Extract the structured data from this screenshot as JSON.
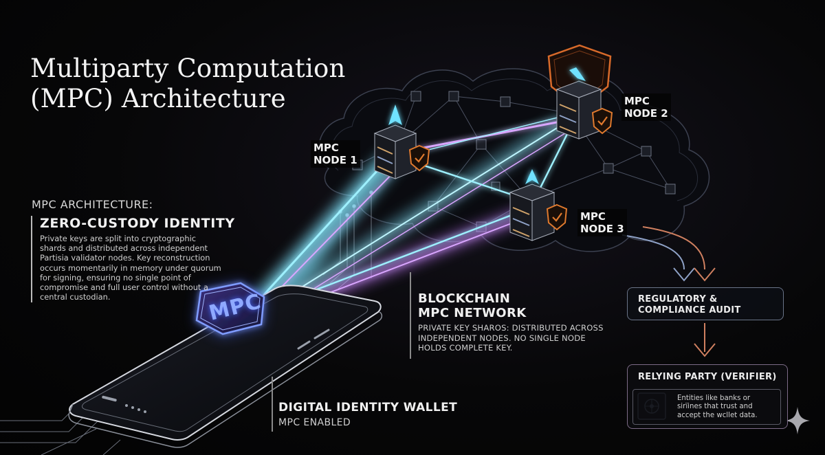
{
  "title": {
    "line1": "Multiparty Computation",
    "line2": "(MPC) Architecture"
  },
  "zero_custody": {
    "section_label": "MPC ARCHITECTURE:",
    "heading": "ZERO-CUSTODY IDENTITY",
    "body": "Private keys are split into cryptographic shards and distributed across independent Partisia validator nodes. Key reconstruction occurs momentarily in memory under quorum for signing, ensuring no single point of compromise and full user control without a central custodian."
  },
  "nodes": {
    "node1": {
      "line1": "MPC",
      "line2": "NODE 1"
    },
    "node2": {
      "line1": "MPC",
      "line2": "NODE 2"
    },
    "node3": {
      "line1": "MPC",
      "line2": "NODE 3"
    }
  },
  "blockchain": {
    "line1": "BLOCKCHAIN",
    "line2": "MPC NETWORK",
    "body": "PRIVATE KEY SHAROS: DISTRIBUTED ACROSS INDEPENDENT NODES. NO SINGLE NODE HOLDS COMPLETE KEY."
  },
  "wallet": {
    "badge": "MPC",
    "heading": "DIGITAL IDENTITY WALLET",
    "sub": "MPC ENABLED"
  },
  "regulatory": {
    "line1": "REGULATORY &",
    "line2": "COMPLIANCE AUDIT"
  },
  "relying_party": {
    "heading": "RELYING PARTY (VERIFIER)",
    "body": "Entities like banks or sirïines that trust and accept the wcllet data."
  },
  "colors": {
    "beam_cyan": "#7fe6ff",
    "beam_violet": "#c77dff",
    "shield_orange": "#e07a2e",
    "badge_blue": "#4a6cff"
  }
}
